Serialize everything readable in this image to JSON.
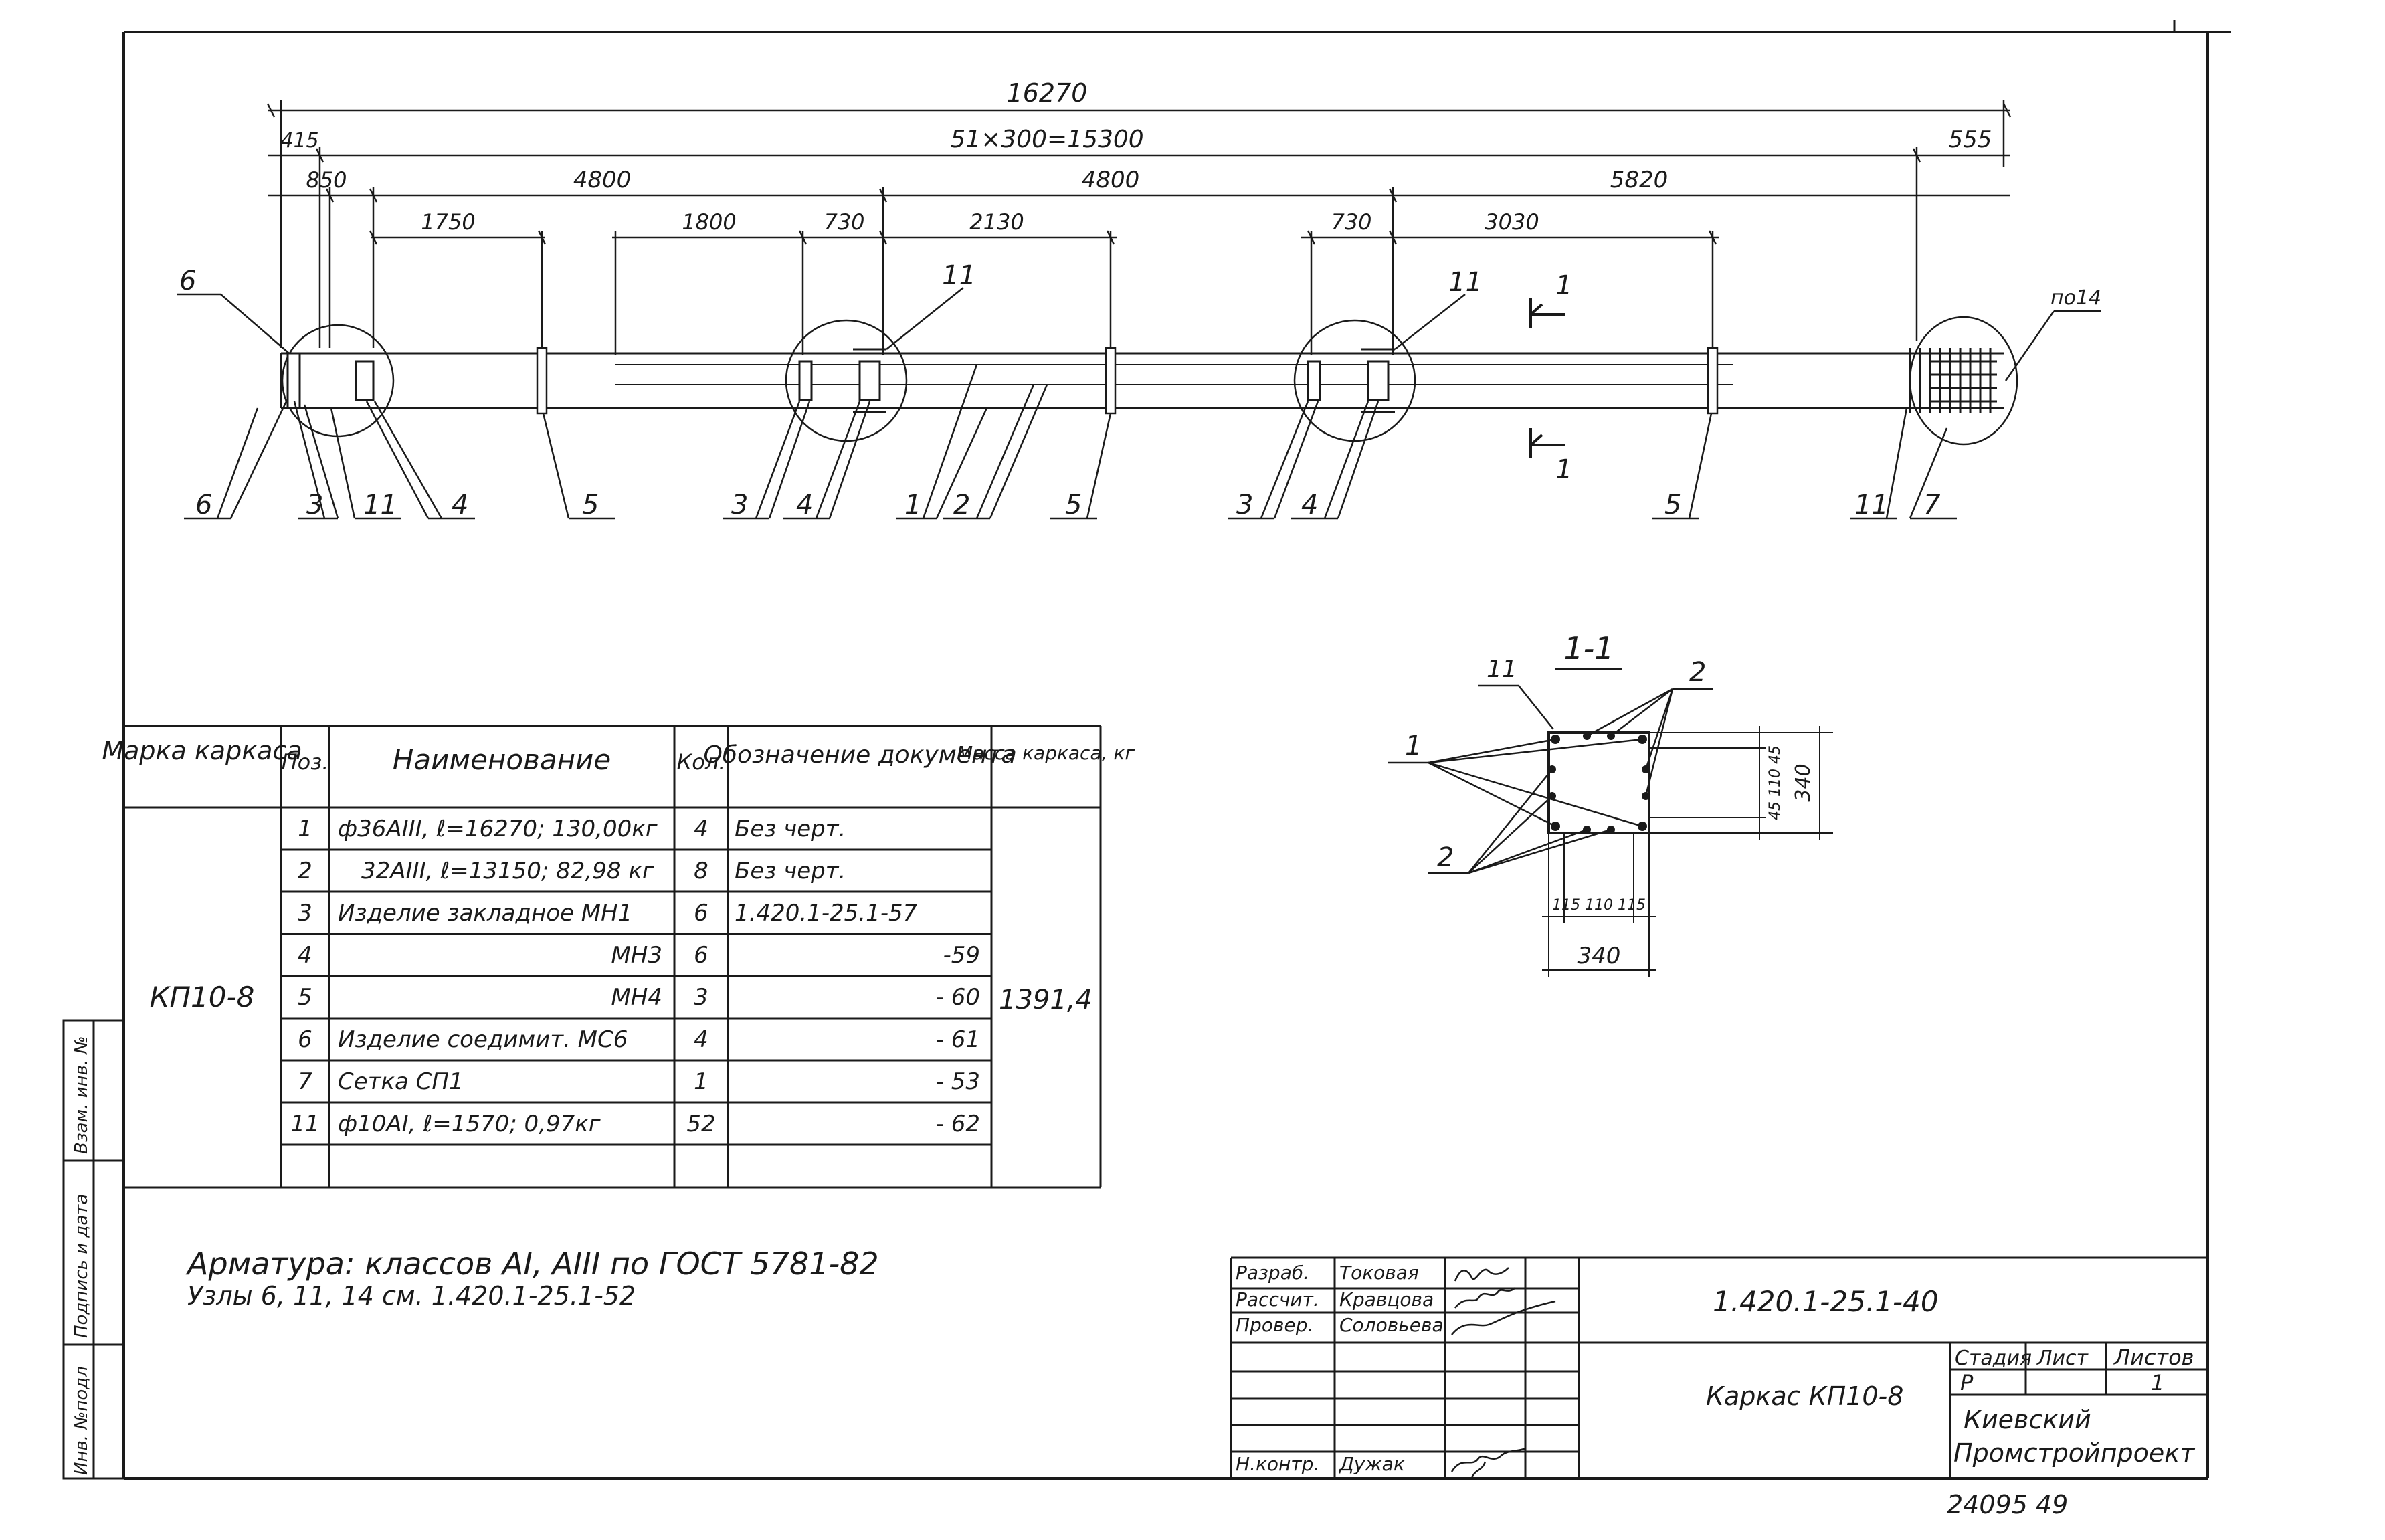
{
  "drawing": {
    "elevation": {
      "dims": {
        "overall": "16270",
        "spacing": "51×300=15300",
        "left_415": "415",
        "right_555": "555",
        "d850": "850",
        "d4800a": "4800",
        "d4800b": "4800",
        "d5820": "5820",
        "d1750": "1750",
        "d1800": "1800",
        "d730a": "730",
        "d2130": "2130",
        "d730b": "730",
        "d3030": "3030"
      },
      "callouts": {
        "node6_top": "6",
        "node11_mid": "11",
        "node11_right": "11",
        "section_mark_top": "1",
        "section_mark_bottom": "1",
        "node14": "по14"
      },
      "positions": [
        "6",
        "3",
        "11",
        "4",
        "5",
        "3",
        "4",
        "1",
        "2",
        "5",
        "3",
        "4",
        "5",
        "11",
        "7"
      ]
    },
    "section": {
      "title": "1-1",
      "labels": {
        "p11": "11",
        "p2_top": "2",
        "p1": "1",
        "p2_bottom": "2"
      },
      "dims": {
        "right_small": "45 110 45",
        "right_total": "340",
        "bottom_small": "115 110 115",
        "bottom_total": "340"
      }
    }
  },
  "spec_table": {
    "headers": {
      "mark": "Марка каркаса",
      "pos": "Поз.",
      "name": "Наименование",
      "qty": "Кол.",
      "doc": "Обозначение документа",
      "mass": "Масса каркаса, кг"
    },
    "mark_value": "КП10-8",
    "mass_value": "1391,4",
    "rows": [
      {
        "pos": "1",
        "name": "ф36АIII, ℓ=16270; 130,00кг",
        "qty": "4",
        "doc": "Без черт."
      },
      {
        "pos": "2",
        "name": "32АIII, ℓ=13150; 82,98 кг",
        "qty": "8",
        "doc": "Без черт."
      },
      {
        "pos": "3",
        "name": "Изделие закладное МН1",
        "qty": "6",
        "doc": "1.420.1-25.1-57"
      },
      {
        "pos": "4",
        "name": "МН3",
        "qty": "6",
        "doc": "-59"
      },
      {
        "pos": "5",
        "name": "МН4",
        "qty": "3",
        "doc": "- 60"
      },
      {
        "pos": "6",
        "name": "Изделие соедимит. МС6",
        "qty": "4",
        "doc": "- 61"
      },
      {
        "pos": "7",
        "name": "Сетка СП1",
        "qty": "1",
        "doc": "- 53"
      },
      {
        "pos": "11",
        "name": "ф10АI, ℓ=1570; 0,97кг",
        "qty": "52",
        "doc": "- 62"
      }
    ]
  },
  "notes": {
    "line1": "Арматура: классов АI, АIII по ГОСТ 5781-82",
    "line2": "Узлы 6, 11, 14 см. 1.420.1-25.1-52"
  },
  "side_stamp": {
    "inv_orig": "Инв. №подл",
    "sign_date": "Подпись и дата",
    "inv_repl": "Взам. инв. №"
  },
  "title_block": {
    "roles": [
      "Разраб.",
      "Рассчит.",
      "Провер.",
      "",
      "",
      "",
      "Н.контр."
    ],
    "names": [
      "Токовая",
      "Кравцова",
      "Соловьева",
      "",
      "",
      "",
      "Дужак"
    ],
    "doc_code": "1.420.1-25.1-40",
    "object_name": "Каркас КП10-8",
    "stage_label": "Стадия",
    "sheet_label": "Лист",
    "sheets_label": "Листов",
    "stage": "Р",
    "sheet": "",
    "sheets": "1",
    "org_line1": "Киевский",
    "org_line2": "Промстройпроект"
  },
  "stamp_number": "24095 49"
}
